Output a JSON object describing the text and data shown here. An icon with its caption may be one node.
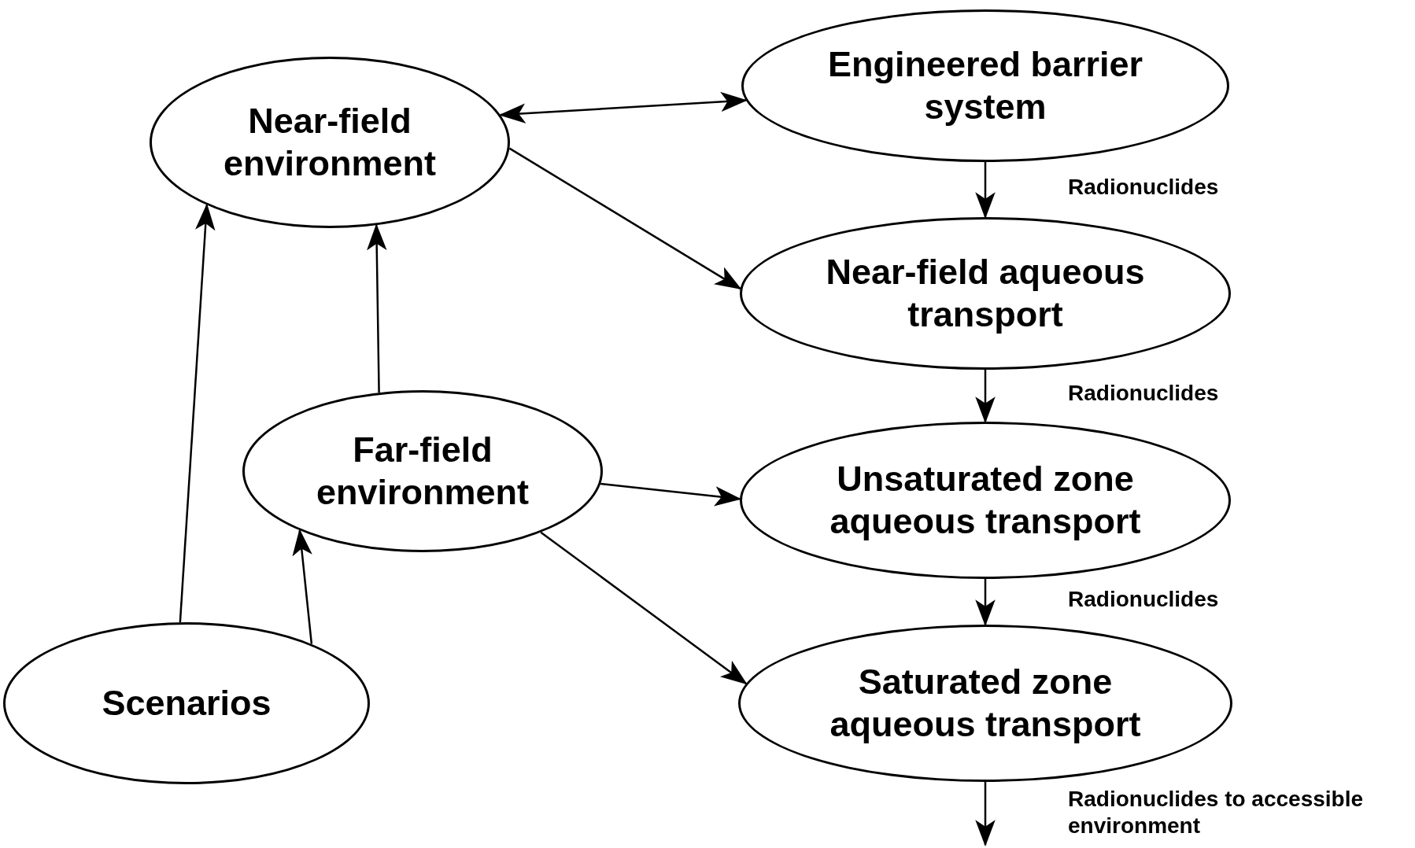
{
  "diagram": {
    "nodes": [
      {
        "text": [
          "Engineered barrier system"
        ]
      },
      {
        "text": [
          "Near-field environment"
        ]
      },
      {
        "text": [
          "Near-field aqueous transport"
        ]
      },
      {
        "text": [
          "Far-field environment"
        ]
      },
      {
        "text": [
          "Unsaturated zone aqueous transport"
        ]
      },
      {
        "text": [
          "Saturated zone aqueous transport"
        ]
      },
      {
        "text": [
          "Scenarios"
        ]
      }
    ],
    "edges": [
      {
        "from": 1,
        "to": 0,
        "arrow": "both"
      },
      {
        "from": 1,
        "to": 2,
        "arrow": "to"
      },
      {
        "from": 0,
        "to": 2,
        "arrow": "to",
        "label": "Radionuclides"
      },
      {
        "from": 2,
        "to": 4,
        "arrow": "to",
        "label": "Radionuclides"
      },
      {
        "from": 4,
        "to": 5,
        "arrow": "to",
        "label": "Radionuclides"
      },
      {
        "from": 5,
        "to": null,
        "arrow": "to",
        "label": "Radionuclides to accessible environment"
      },
      {
        "from": 3,
        "to": 1,
        "arrow": "to"
      },
      {
        "from": 3,
        "to": 4,
        "arrow": "to"
      },
      {
        "from": 3,
        "to": 5,
        "arrow": "to"
      },
      {
        "from": 6,
        "to": 1,
        "arrow": "to"
      },
      {
        "from": 6,
        "to": 3,
        "arrow": "to"
      }
    ]
  }
}
